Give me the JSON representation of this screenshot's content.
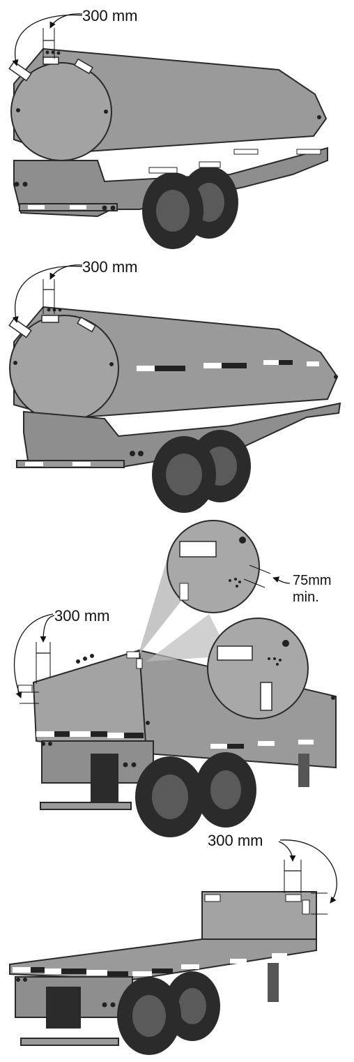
{
  "figures": [
    {
      "name": "tanker-full-elliptical",
      "dimension_label": "300 mm"
    },
    {
      "name": "tanker-elliptical-side-stripes",
      "dimension_label": "300 mm"
    },
    {
      "name": "box-van-trailer",
      "dimension_label": "300 mm",
      "detail_label_line1": "75mm",
      "detail_label_line2": "min."
    },
    {
      "name": "flatbed-trailer",
      "dimension_label": "300 mm"
    }
  ],
  "colors": {
    "body": "#9a9a9a",
    "body_dark": "#7e7e7e",
    "outline": "#2a2a2a",
    "tire": "#2b2b2b",
    "tire_rim": "#5a5a5a",
    "reflective": "#ffffff",
    "stripe_dark": "#222222",
    "lens": "#8d8d8d"
  }
}
